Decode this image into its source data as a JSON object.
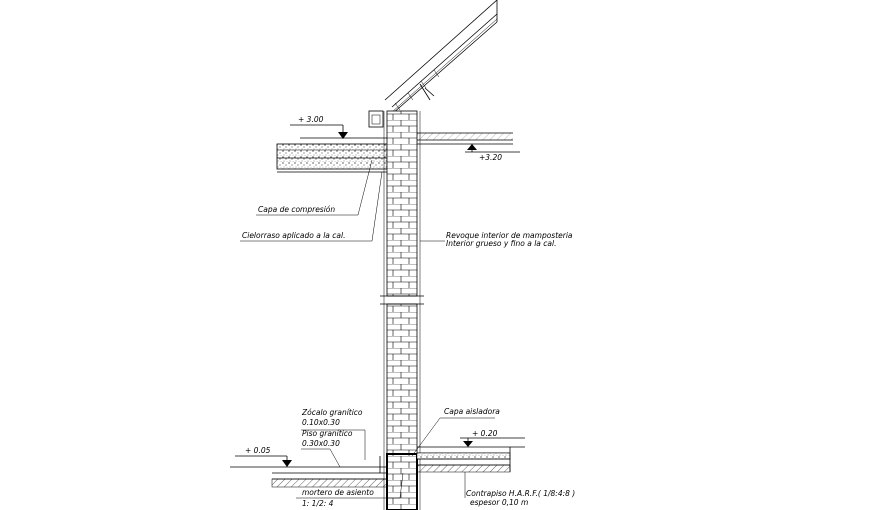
{
  "levels": {
    "slab_top": "+ 3.00",
    "eave": "+3.20",
    "floor_left": "+ 0.05",
    "floor_right": "+ 0.20"
  },
  "annotations": {
    "capa_compresion": "Capa de compresión",
    "cielorraso": "Cielorraso aplicado a la cal.",
    "revoque_1": "Revoque interior de mamposteria",
    "revoque_2": "Interior grueso y fino a la cal.",
    "zocalo": "Zócalo granítico",
    "zocalo_dim": "0.10x0.30",
    "piso": "Piso granítico",
    "piso_dim": "0.30x0.30",
    "capa_aisladora": "Capa aisladora",
    "mortero_1": "mortero de asiento",
    "mortero_2": "1: 1/2: 4",
    "contrapiso_1": "Contrapiso H.A.R.F.( 1/8:4:8 )",
    "contrapiso_2": "espesor 0,10 m"
  }
}
